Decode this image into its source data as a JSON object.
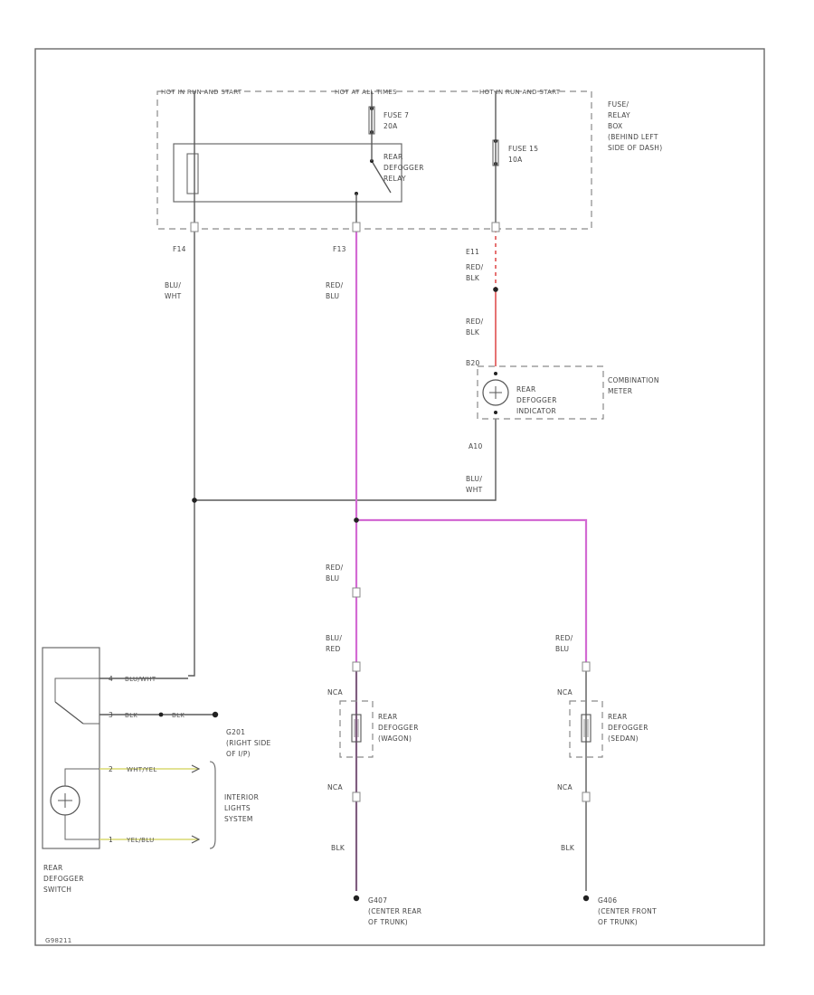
{
  "fuse_box": {
    "hot_run_start": "HOT IN RUN AND START",
    "hot_all_times": "HOT AT ALL TIMES",
    "hot_run_start_2": "HOT IN RUN AND START",
    "fuse7": [
      "FUSE 7",
      "20A"
    ],
    "fuse15": [
      "FUSE 15",
      "10A"
    ],
    "location": [
      "FUSE/",
      "RELAY",
      "BOX",
      "(BEHIND LEFT",
      "SIDE OF DASH)"
    ],
    "relay": [
      "REAR",
      "DEFOGGER",
      "RELAY"
    ],
    "pin_left": "F14",
    "pin_mid": "F13"
  },
  "wires": {
    "blu_wht_1": [
      "BLU/",
      "WHT"
    ],
    "red_blu_1": [
      "RED/",
      "BLU"
    ],
    "e11": "E11",
    "red_blk_1": [
      "RED/",
      "BLK"
    ],
    "red_blk_2": [
      "RED/",
      "BLK"
    ],
    "a10": "A10",
    "blu_wht_2": [
      "BLU/",
      "WHT"
    ],
    "red_blu_2": [
      "RED/",
      "BLU"
    ],
    "blu_red": [
      "BLU/",
      "RED"
    ],
    "red_blu_3": [
      "RED/",
      "BLU"
    ],
    "nca_1": "NCA",
    "nca_2": "NCA",
    "nca_3": "NCA",
    "nca_4": "NCA",
    "blk_1": "BLK",
    "blk_2": "BLK"
  },
  "meter": {
    "pin": "B20",
    "name": [
      "COMBINATION",
      "METER"
    ],
    "indicator": [
      "REAR",
      "DEFOGGER",
      "INDICATOR"
    ]
  },
  "switch": {
    "pin1": "4",
    "wire1": "BLU/WHT",
    "pin2": "3",
    "wire2a": "BLK",
    "wire2b": "BLK",
    "ground": [
      "G201",
      "(RIGHT SIDE",
      "OF I/P)"
    ],
    "pin3": "2",
    "wire3": "WHT/YEL",
    "pin4": "1",
    "wire4": "YEL/BLU",
    "interior": [
      "INTERIOR",
      "LIGHTS",
      "SYSTEM"
    ],
    "name": [
      "REAR",
      "DEFOGGER",
      "SWITCH"
    ]
  },
  "defogger_left": {
    "name": [
      "REAR",
      "DEFOGGER",
      "(WAGON)"
    ],
    "ground": [
      "G407",
      "(CENTER REAR",
      "OF TRUNK)"
    ]
  },
  "defogger_right": {
    "name": [
      "REAR",
      "DEFOGGER",
      "(SEDAN)"
    ],
    "ground": [
      "G406",
      "(CENTER FRONT",
      "OF TRUNK)"
    ]
  },
  "footer": {
    "code": "G98211"
  }
}
